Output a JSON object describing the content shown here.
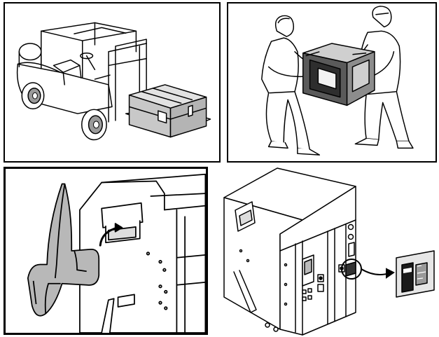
{
  "page": {
    "top_cut_text": ""
  },
  "panels": [
    {
      "id": "forklift",
      "subject": "forklift-carrying-crated-breaker"
    },
    {
      "id": "two-man-lift",
      "subject": "two-people-lifting-breaker"
    },
    {
      "id": "handle-detail",
      "subject": "lifting-handle-insertion-detail"
    },
    {
      "id": "breaker-overview",
      "subject": "breaker-with-indicator-callout"
    }
  ],
  "colors": {
    "line": "#000000",
    "fill_light": "#ffffff",
    "fill_grey": "#d0d0d0",
    "fill_dark": "#7a7a7a",
    "wheel": "#9a9a9a"
  }
}
